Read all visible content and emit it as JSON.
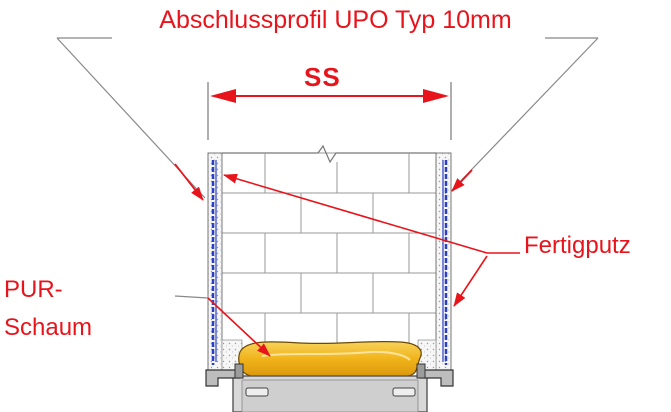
{
  "labels": {
    "profile_title": "Abschlussprofil UPO Typ 10mm",
    "dimension": "SS",
    "finishing_plaster": "Fertigputz",
    "foam_line1": "PUR-",
    "foam_line2": "Schaum"
  },
  "colors": {
    "annotation": "#e8141c",
    "profile_blue": "#2b3fc4",
    "foam_yellow": "#f2b51d",
    "masonry_line": "#9a9a9a",
    "frame_gray": "#d4d4d4",
    "leader_gray": "#888888"
  }
}
